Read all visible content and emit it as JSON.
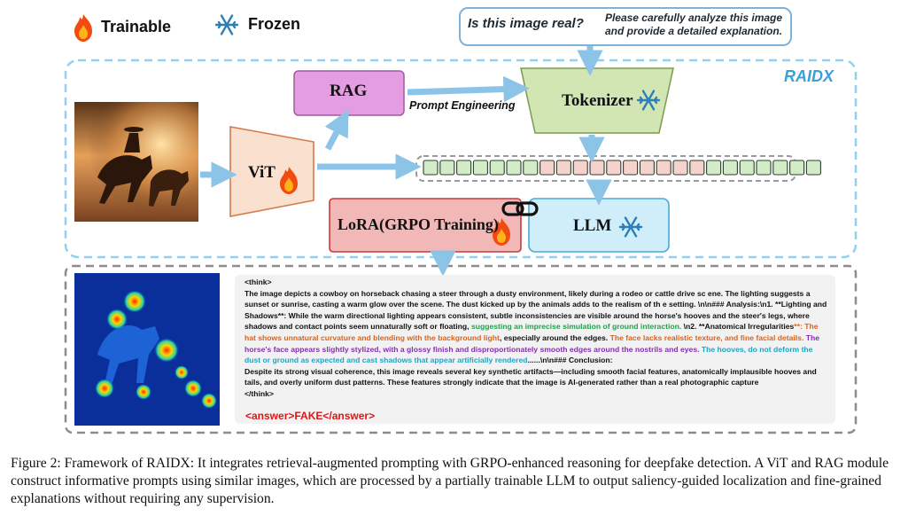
{
  "legend": {
    "trainable": "Trainable",
    "frozen": "Frozen"
  },
  "prompt": {
    "question": "Is this image real?",
    "instruction": "Please carefully analyze this image and provide a detailed explanation."
  },
  "framework_label": "RAIDX",
  "modules": {
    "rag": "RAG",
    "vit": "ViT",
    "tokenizer": "Tokenizer",
    "lora": "LoRA(GRPO Training)",
    "llm": "LLM"
  },
  "prompt_engineering": "Prompt Engineering",
  "token_sequence": [
    "green",
    "green",
    "green",
    "green",
    "green",
    "green",
    "green",
    "pink",
    "pink",
    "pink",
    "pink",
    "pink",
    "pink",
    "pink",
    "pink",
    "pink",
    "pink",
    "green",
    "green",
    "green",
    "green",
    "green",
    "green",
    "green"
  ],
  "output": {
    "think_open": "<think>",
    "p1": "The image depicts a cowboy on horseback chasing a steer through a dusty environment, likely during a rodeo or cattle drive sc ene. The lighting suggests a sunset or sunrise, casting a warm glow over the scene. The dust kicked up by the animals adds to the realism of th e setting. \\n\\n### Analysis:\\n1. **Lighting and Shadows**: While the warm directional lighting appears consistent, subtle inconsistencies are visible around the horse's hooves and the steer's legs, where shadows and contact points seem unnaturally soft or floating, ",
    "hl_green": "suggesting an imprecise simulation of ground interaction.",
    "p2": " \\n2. **Anatomical Irregularities",
    "hl_orange1": "**: The hat shows unnatural curvature and blending with the background light",
    "p3": ", especially around the edges. ",
    "hl_orange2": "The face lacks realistic texture, and fine facial details.",
    "p4": " ",
    "hl_purple": "The horse's face appears slightly stylized, with a glossy finish and disproportionately smooth edges around the nostrils and eyes.",
    "p5": " ",
    "hl_cyan": "The hooves, do not deform the dust or ground as expected and cast shadows that appear artificially rendered",
    "p6": "......\\n\\n### Conclusion:",
    "p7": "Despite its strong visual coherence, this image reveals several key synthetic artifacts—including smooth facial features, anatomically implausible hooves and tails, and overly uniform dust patterns. These features strongly indicate that the image is AI-generated rather than a real photographic capture",
    "think_close": "</think>",
    "answer": "<answer>FAKE</answer>"
  },
  "caption": "Figure 2: Framework of RAIDX: It integrates retrieval-augmented prompting with GRPO-enhanced reasoning for deepfake detection. A ViT and RAG module construct informative prompts using similar images, which are processed by a partially trainable LLM to output saliency-guided localization and fine-grained explanations without requiring any supervision.",
  "colors": {
    "rag": "#e49de0",
    "tokenizer": "#d2e6b4",
    "lora": "#f2b8b8",
    "llm": "#cfeefa",
    "vit": "#f9e0cf",
    "arrow": "#8cc4e8",
    "dash": "#8ed2ee",
    "caption_text": "#111111",
    "answer": "#e01616"
  }
}
